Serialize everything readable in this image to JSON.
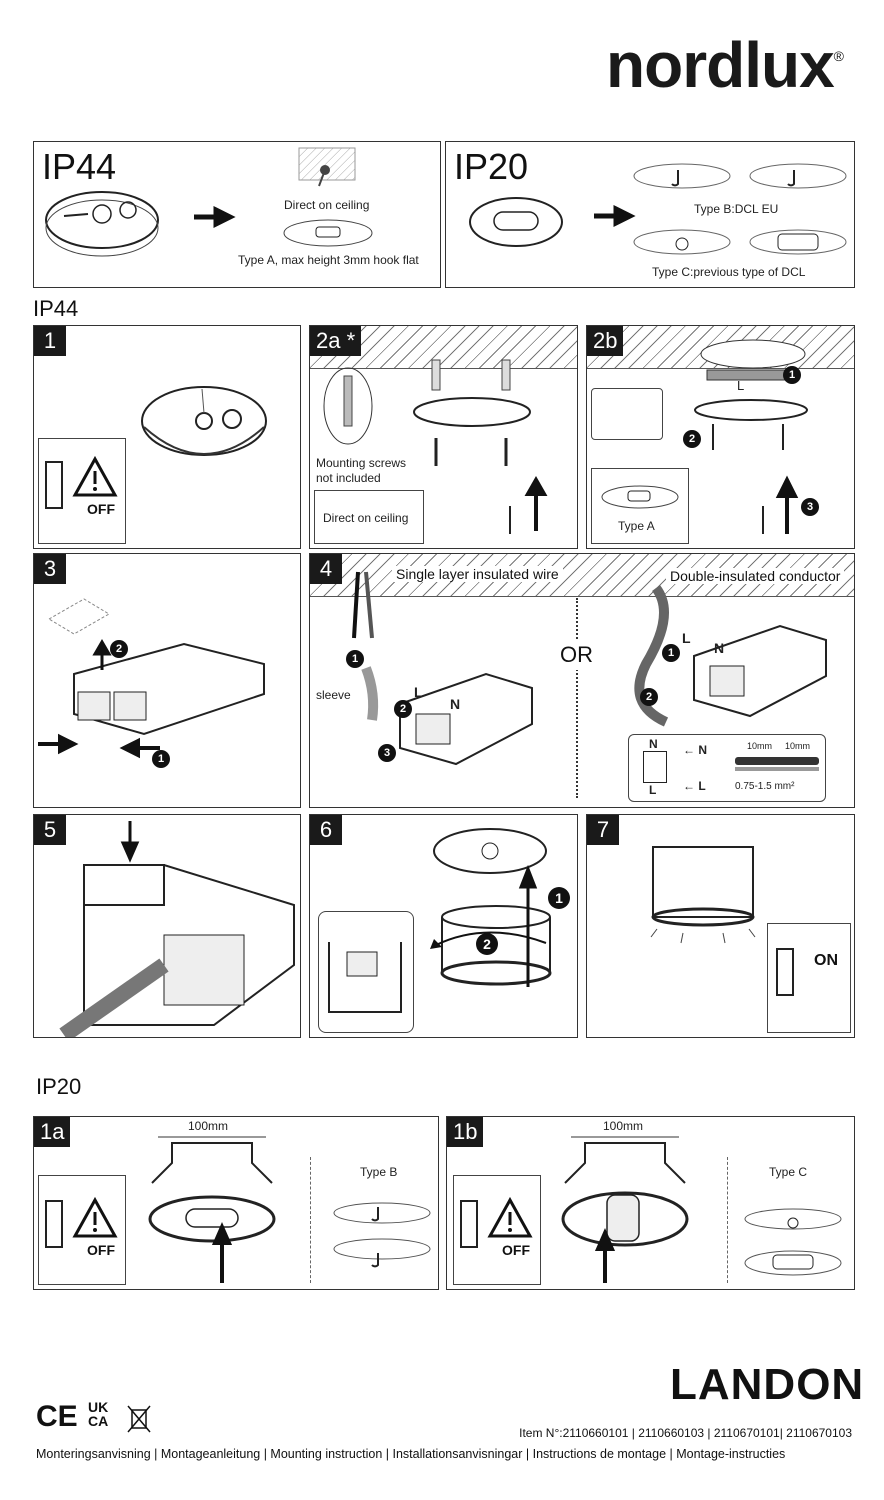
{
  "brand": "nordlux",
  "brand_mark": "®",
  "top": {
    "ip44_title": "IP44",
    "ip44_direct": "Direct on ceiling",
    "ip44_typeA": "Type A, max height 3mm hook flat",
    "ip20_title": "IP20",
    "ip20_typeB": "Type B:DCL EU",
    "ip20_typeC": "Type C:previous type of DCL"
  },
  "section_ip44": "IP44",
  "section_ip20": "IP20",
  "steps": {
    "s1": "1",
    "s2a": "2a",
    "s2a_star": "*",
    "s2a_screws": "Mounting screws\nnot included",
    "s2a_direct": "Direct on ceiling",
    "s2b": "2b",
    "s2b_L": "L",
    "s2b_typeA": "Type A",
    "s3": "3",
    "s4": "4",
    "s4_single": "Single layer insulated wire",
    "s4_sleeve": "sleeve",
    "s4_or": "OR",
    "s4_double": "Double-insulated conductor",
    "s4_N": "N",
    "s4_L": "L",
    "s4_10a": "10mm",
    "s4_10b": "10mm",
    "s4_cross": "0.75-1.5 mm²",
    "s5": "5",
    "s6": "6",
    "s7": "7",
    "s7_on": "ON",
    "off": "OFF",
    "s1a": "1a",
    "s1a_100": "100mm",
    "s1a_typeB": "Type B",
    "s1b": "1b",
    "s1b_100": "100mm",
    "s1b_typeC": "Type C"
  },
  "callouts": [
    "1",
    "2",
    "3"
  ],
  "product": "LANDON",
  "marks": [
    "CE",
    "UK CA"
  ],
  "item": "Item N°:2110660101 | 2110660103 | 2110670101| 2110670103",
  "languages": "Monteringsanvisning | Montageanleitung | Mounting instruction | Installationsanvisningar | Instructions de montage | Montage-instructies"
}
